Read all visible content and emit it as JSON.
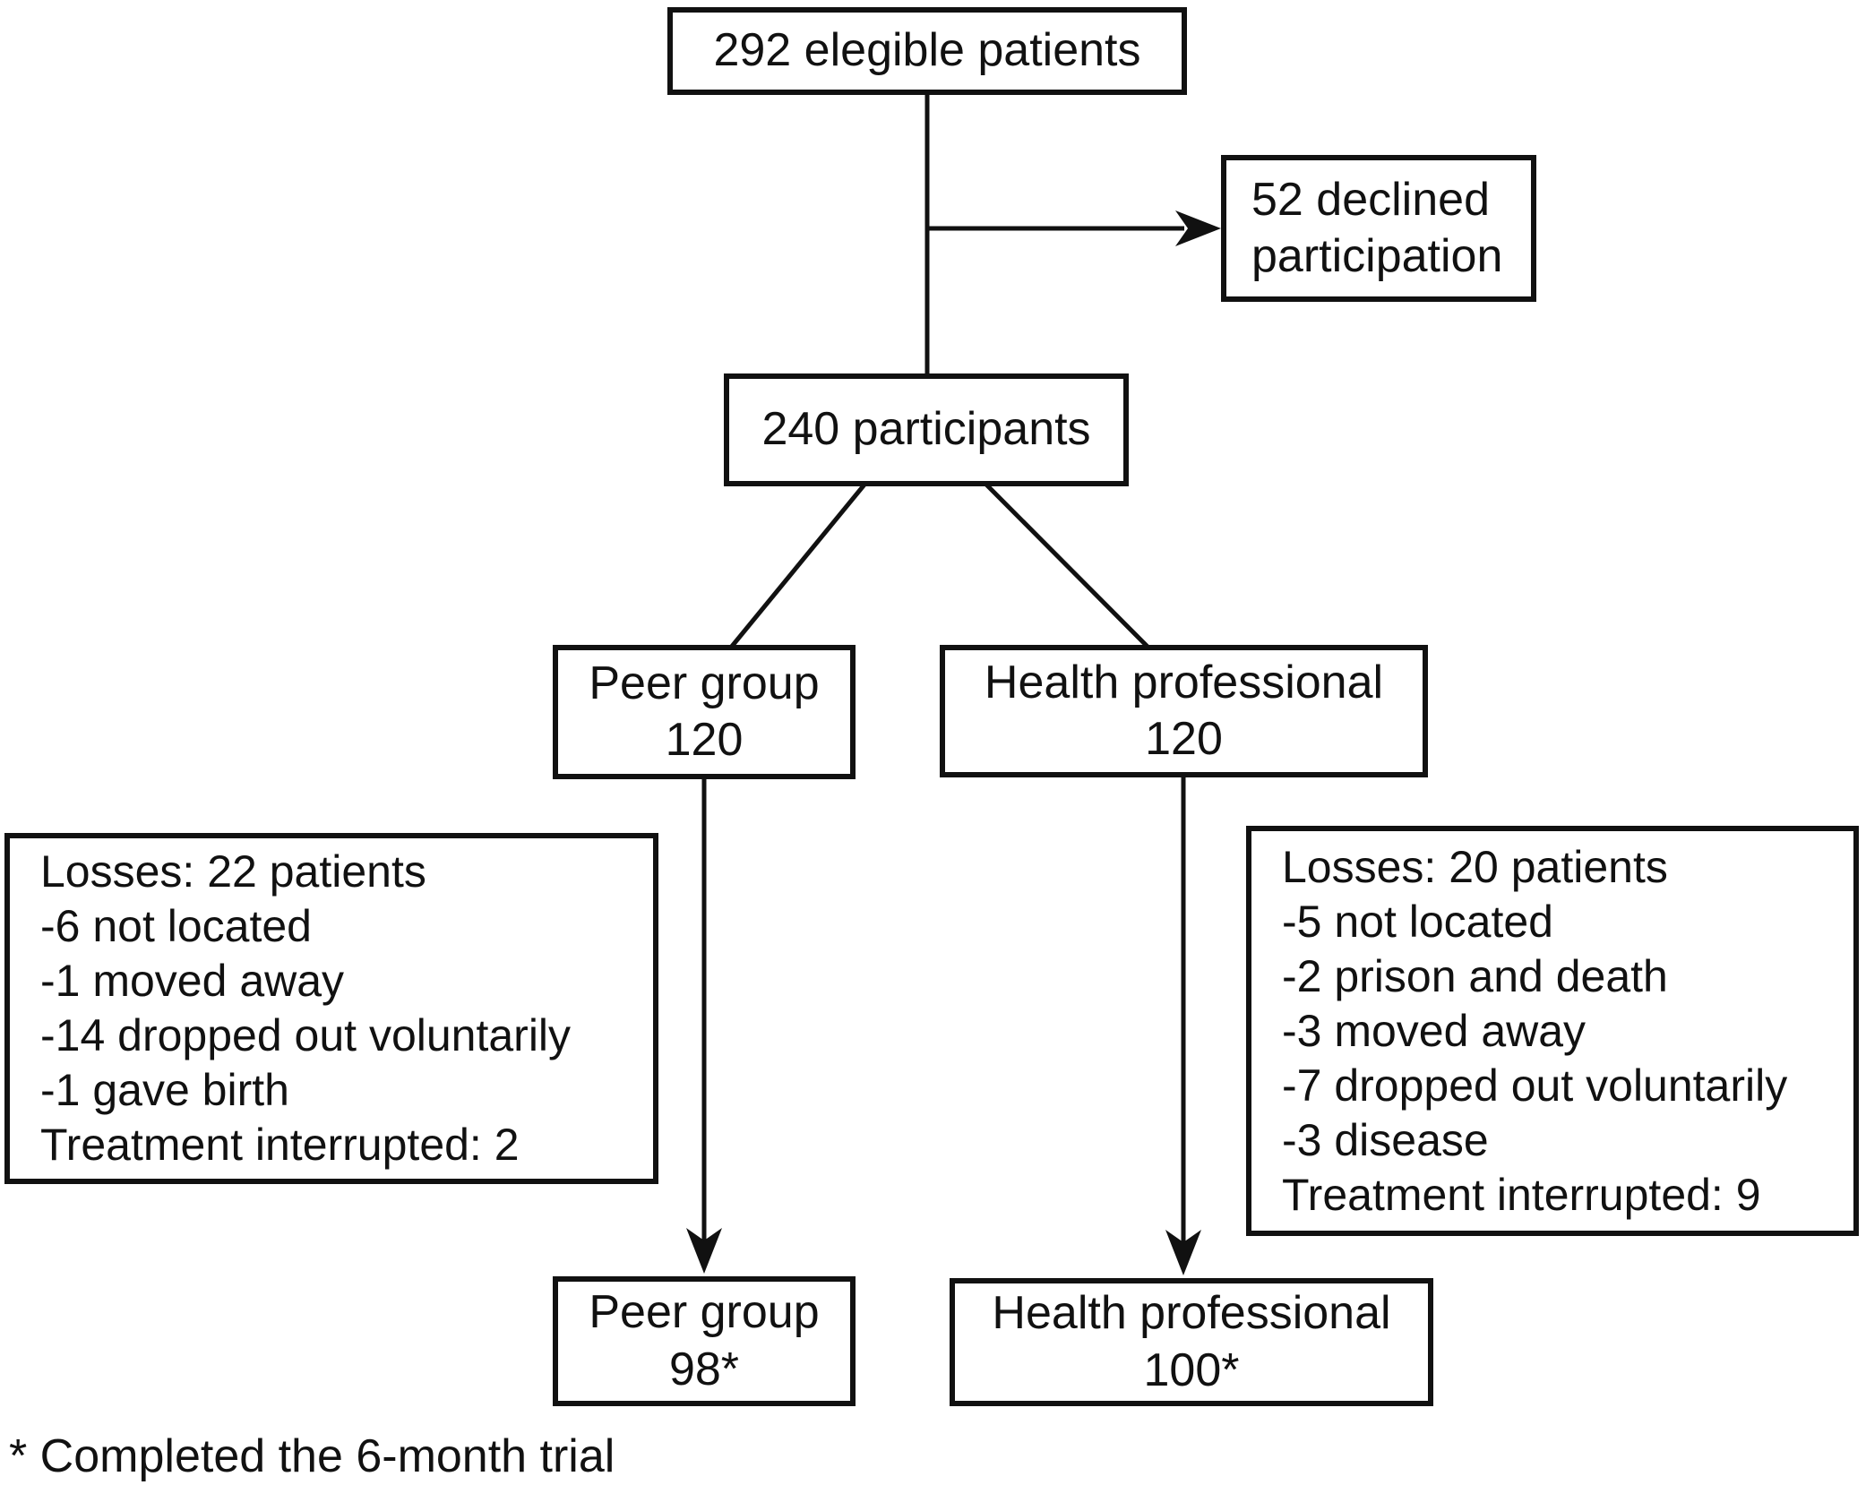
{
  "page": {
    "background": "#ffffff",
    "line_color": "#111111"
  },
  "diagram": {
    "eligible": {
      "text": "292 elegible patients"
    },
    "declined": {
      "line1": "52 declined",
      "line2": "participation"
    },
    "participants": {
      "text": "240 participants"
    },
    "peer_group": {
      "name": "Peer group",
      "count": "120"
    },
    "health_professional": {
      "name": "Health professional",
      "count": "120"
    },
    "peer_losses": {
      "lines": [
        "Losses: 22 patients",
        "-6 not located",
        "-1 moved away",
        "-14 dropped out voluntarily",
        "-1 gave birth",
        "Treatment interrupted: 2"
      ]
    },
    "health_losses": {
      "lines": [
        "Losses: 20 patients",
        "-5 not located",
        "-2 prison and death",
        "-3 moved away",
        "-7 dropped out voluntarily",
        "-3 disease",
        "Treatment interrupted: 9"
      ]
    },
    "peer_final": {
      "name": "Peer group",
      "count": "98*"
    },
    "health_final": {
      "name": "Health professional",
      "count": "100*"
    },
    "footnote": "* Completed the 6-month trial"
  }
}
